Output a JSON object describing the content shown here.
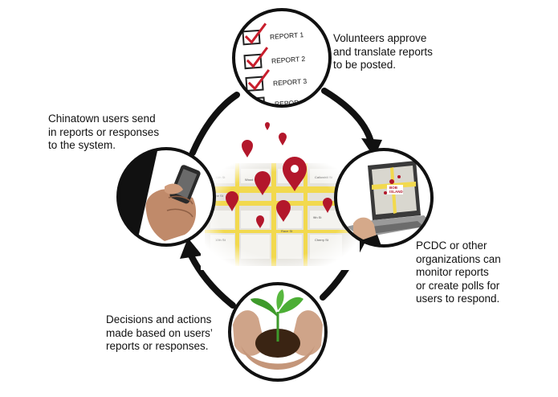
{
  "captions": {
    "volunteers": [
      "Volunteers approve",
      "and translate reports",
      "to be posted."
    ],
    "chinatown": [
      "Chinatown users send",
      "in reports or responses",
      "to the system."
    ],
    "pcdc": [
      "PCDC or other",
      "organizations can",
      "monitor reports",
      "or create polls for",
      "users to respond."
    ],
    "decisions": [
      "Decisions and actions",
      "made based on users’",
      "reports or responses."
    ]
  },
  "reports": [
    "REPORT 1",
    "REPORT 2",
    "REPORT 3",
    "REPOR"
  ],
  "laptop_label": [
    "BOB",
    "ISLAND"
  ],
  "map_street_labels": [
    "Vine St",
    "Race St",
    "Cherry St",
    "Wood St",
    "10th St",
    "11th St",
    "9th St",
    "Callowhill St"
  ],
  "colors": {
    "arrow": "#111111",
    "pin": "#b3172b",
    "map_yellow": "#f2d94e",
    "map_base": "#e4e2dc",
    "check": "#c81e2c",
    "plant": "#3e9a2b",
    "soil": "#3a2413"
  }
}
